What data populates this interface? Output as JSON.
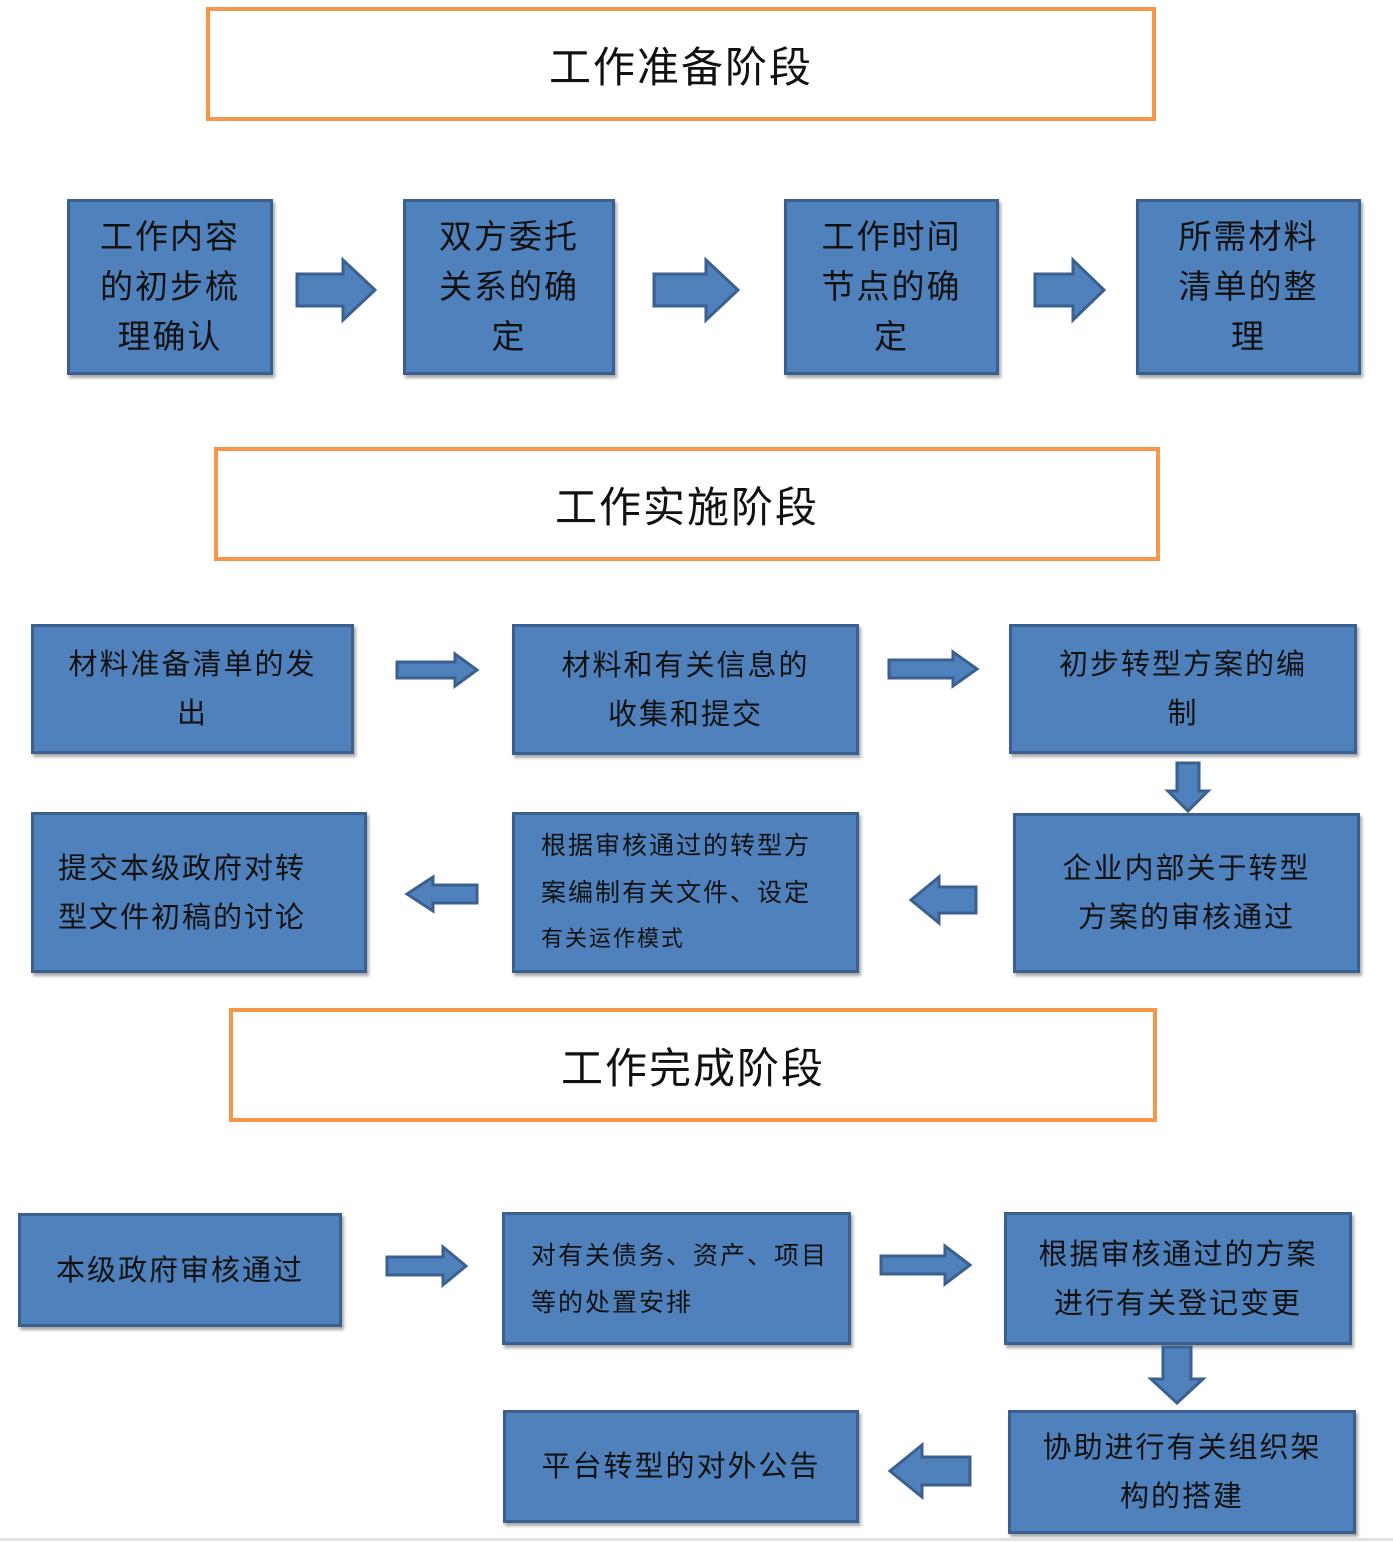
{
  "stages": {
    "prep": "工作准备阶段",
    "impl": "工作实施阶段",
    "done": "工作完成阶段"
  },
  "prep_steps": [
    [
      "工作内容",
      "的初步梳",
      "理确认"
    ],
    [
      "双方委托",
      "关系的确",
      "定"
    ],
    [
      "工作时间",
      "节点的确",
      "定"
    ],
    [
      "所需材料",
      "清单的整",
      "理"
    ]
  ],
  "impl_steps": {
    "s1": [
      "材料准备清单的发",
      "出"
    ],
    "s2": [
      "材料和有关信息的",
      "收集和提交"
    ],
    "s3": [
      "初步转型方案的编",
      "制"
    ],
    "s4": [
      "企业内部关于转型",
      "方案的审核通过"
    ],
    "s5": [
      "根据审核通过的转型方",
      "案编制有关文件、设定",
      "有关运作模式"
    ],
    "s6": [
      "提交本级政府对转",
      "型文件初稿的讨论"
    ]
  },
  "done_steps": {
    "d1": [
      "本级政府审核通过"
    ],
    "d2": [
      "对有关债务、资产、项目",
      "等的处置安排"
    ],
    "d3": [
      "根据审核通过的方案",
      "进行有关登记变更"
    ],
    "d4": [
      "协助进行有关组织架",
      "构的搭建"
    ],
    "d5": [
      "平台转型的对外公告"
    ]
  },
  "colors": {
    "box_fill": "#4f81bd",
    "box_border": "#3b5f8f",
    "stage_border": "#f79646"
  }
}
